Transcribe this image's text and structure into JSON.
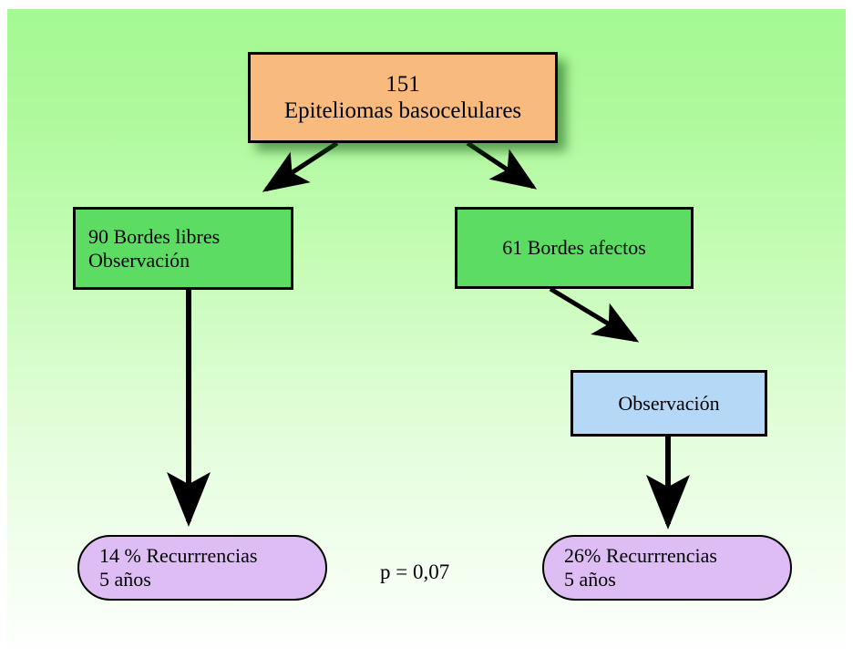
{
  "diagram": {
    "title_text": "151\nEpiteliomas basocelulares",
    "background_color_top": "#a4f993",
    "background_color_bottom": "#fdfffd",
    "nodes": {
      "root": {
        "label": "151\nEpiteliomas basocelulares",
        "count": 151,
        "description": "Epiteliomas basocelulares",
        "color": "#f9bb7d"
      },
      "free_margins": {
        "label": "90 Bordes libres\nObservación",
        "count": 90,
        "description": "Bordes libres",
        "action": "Observación",
        "color": "#5ddc63"
      },
      "affected_margins": {
        "label": "61 Bordes afectos",
        "count": 61,
        "description": "Bordes afectos",
        "color": "#5ddc63"
      },
      "observation": {
        "label": "Observación",
        "color": "#b6d8f7"
      },
      "outcome_left": {
        "label": "14 % Recurrrencias\n5 años",
        "rate": "14 %",
        "description": "Recurrrencias",
        "period": "5 años",
        "color": "#ddbdf4"
      },
      "outcome_right": {
        "label": "26% Recurrrencias\n5 años",
        "rate": "26%",
        "description": "Recurrrencias",
        "period": "5 años",
        "color": "#ddbdf4"
      }
    },
    "annotations": {
      "p_value": "p = 0,07"
    },
    "edges": [
      {
        "from": "root",
        "to": "free_margins",
        "style": "diagonal-arrow"
      },
      {
        "from": "root",
        "to": "affected_margins",
        "style": "diagonal-arrow"
      },
      {
        "from": "free_margins",
        "to": "outcome_left",
        "style": "vertical-arrow"
      },
      {
        "from": "affected_margins",
        "to": "observation",
        "style": "diagonal-arrow"
      },
      {
        "from": "observation",
        "to": "outcome_right",
        "style": "vertical-arrow"
      }
    ]
  }
}
